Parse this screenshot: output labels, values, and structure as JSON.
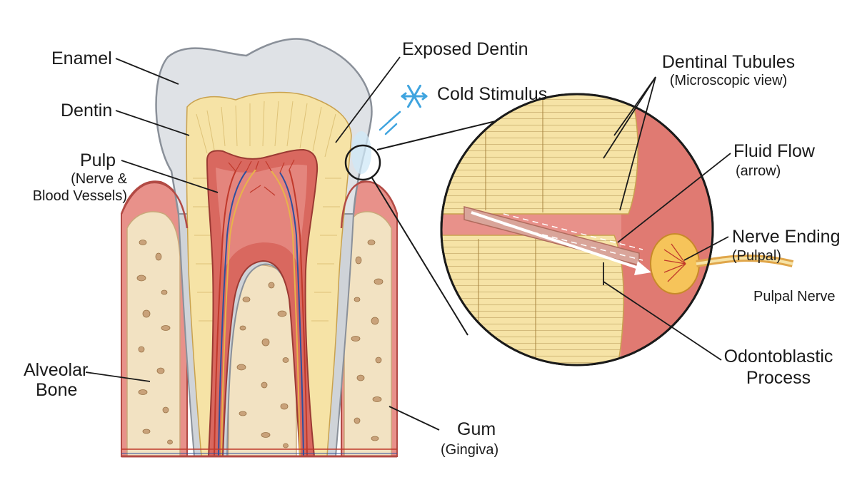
{
  "labels": {
    "enamel": "Enamel",
    "dentin": "Dentin",
    "pulp": "Pulp",
    "pulp_sub_1": "(Nerve &",
    "pulp_sub_2": "Blood Vessels)",
    "alveolar_1": "Alveolar",
    "alveolar_2": "Bone",
    "exposed_dentin": "Exposed Dentin",
    "cold_stimulus": "Cold Stimulus",
    "gum": "Gum",
    "gum_sub": "(Gingiva)",
    "tubules": "Dentinal Tubules",
    "tubules_sub": "(Microscopic view)",
    "fluid_flow": "Fluid Flow",
    "fluid_flow_sub": "(arrow)",
    "nerve_ending": "Nerve Ending",
    "nerve_ending_sub": "(Pulpal)",
    "pulpal_nerve": "Pulpal Nerve",
    "odonto_1": "Odontoblastic",
    "odonto_2": "Process"
  },
  "icons": {
    "stimulus": "snowflake-icon"
  },
  "colors": {
    "enamel": "#dfe2e6",
    "dentin": "#f6e3a6",
    "pulp": "#d9685f",
    "gum": "#e8918a",
    "bone": "#f2e2c2",
    "cold": "#3fa4df"
  }
}
